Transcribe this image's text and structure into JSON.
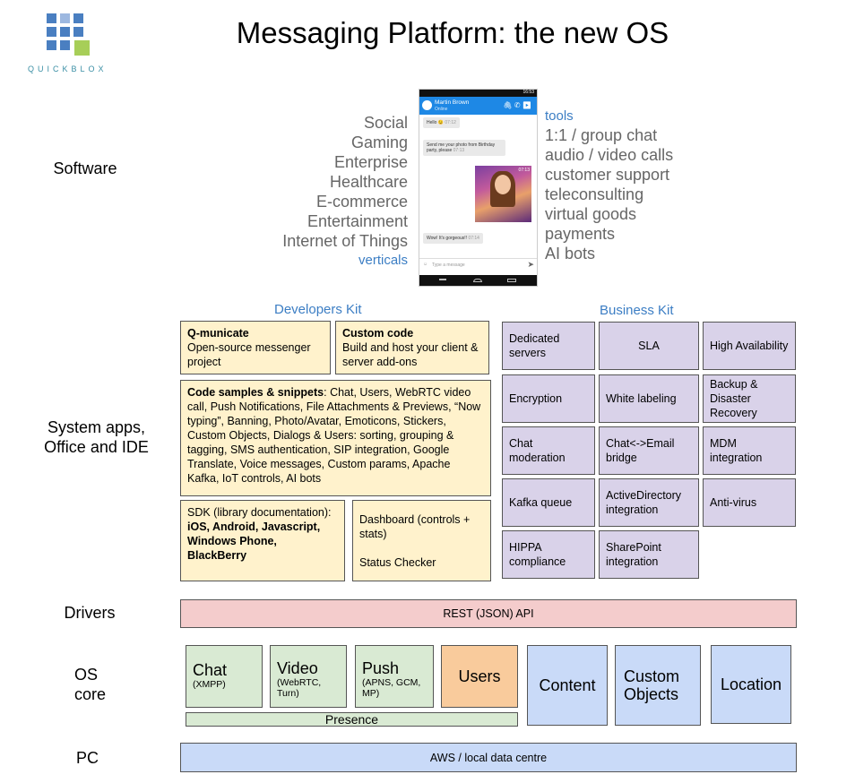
{
  "header": {
    "title": "Messaging Platform: the new OS",
    "logo_text": "QUICKBLOX"
  },
  "layers": {
    "software": "Software",
    "system_apps_1": "System apps,",
    "system_apps_2": "Office and IDE",
    "drivers": "Drivers",
    "os_core_1": "OS",
    "os_core_2": "core",
    "pc": "PC"
  },
  "verticals": {
    "items": [
      "Social",
      "Gaming",
      "Enterprise",
      "Healthcare",
      "E-commerce",
      "Entertainment",
      "Internet of Things"
    ],
    "label": "verticals"
  },
  "tools": {
    "label": "tools",
    "items": [
      "1:1 / group chat",
      "audio / video calls",
      "customer support",
      "teleconsulting",
      "virtual goods",
      "payments",
      "AI bots"
    ]
  },
  "phone": {
    "time": "16:53",
    "contact": "Martin Brown",
    "status": "Online",
    "msg1": "Hello 😉",
    "msg1_time": "07:12",
    "msg2": "Send me your photo from Birthday party, please",
    "msg2_time": "07:13",
    "img_time": "07:13",
    "msg3": "Wow! It's gorgeous!!",
    "msg3_time": "07:14",
    "input_placeholder": "Type a message"
  },
  "developers_kit": {
    "title": "Developers Kit",
    "qmunicate_title": "Q-municate",
    "qmunicate_desc": "Open-source messenger project",
    "custom_title": "Custom code",
    "custom_desc": "Build and host your client & server add-ons",
    "samples_title": "Code samples & snippets",
    "samples_desc": ": Chat, Users, WebRTC video call, Push Notifications, File Attachments & Previews, “Now typing”, Banning, Photo/Avatar, Emoticons, Stickers, Custom Objects, Dialogs & Users: sorting, grouping & tagging, SMS authentication, SIP integration, Google Translate, Voice messages, Custom params, Apache Kafka, IoT controls, AI bots",
    "sdk_desc": "SDK (library documentation):",
    "sdk_platforms": "iOS, Android, Javascript, Windows Phone, BlackBerry",
    "dashboard": "Dashboard (controls + stats)",
    "status_checker": "Status Checker"
  },
  "business_kit": {
    "title": "Business Kit",
    "items": [
      "Dedicated servers",
      "SLA",
      "High Availability",
      "Encryption",
      "White labeling",
      "Backup & Disaster Recovery",
      "Chat moderation",
      "Chat<->Email bridge",
      "MDM integration",
      "Kafka queue",
      "ActiveDirectory integration",
      "Anti-virus",
      "HIPPA compliance",
      "SharePoint integration"
    ]
  },
  "drivers": {
    "api": "REST (JSON) API"
  },
  "core": {
    "chat": "Chat",
    "chat_sub": "(XMPP)",
    "video": "Video",
    "video_sub": "(WebRTC, Turn)",
    "push": "Push",
    "push_sub": "(APNS, GCM, MP)",
    "users": "Users",
    "content": "Content",
    "custom_objects": "Custom Objects",
    "location": "Location",
    "presence": "Presence"
  },
  "pc": {
    "infra": "AWS / local data centre"
  },
  "colors": {
    "yellow": "#fff2cc",
    "purple": "#d9d2e9",
    "pink": "#f4cccc",
    "green": "#d9ead3",
    "light_blue": "#c9daf8",
    "orange": "#f9cb9c",
    "accent": "#3c7ec4"
  }
}
